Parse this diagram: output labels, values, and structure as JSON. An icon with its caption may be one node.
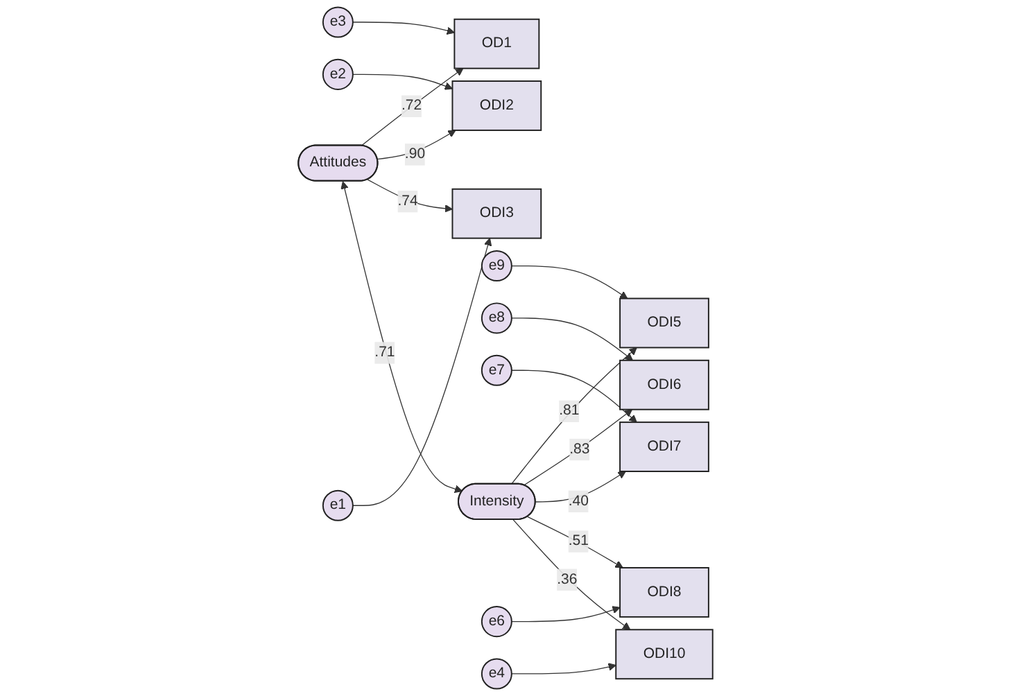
{
  "diagram": {
    "nodes": [
      {
        "text": [
          "e3"
        ]
      },
      {
        "text": [
          "OD1"
        ]
      },
      {
        "text": [
          "e2"
        ]
      },
      {
        "text": [
          "ODI2"
        ]
      },
      {
        "text": [
          "Attitudes"
        ]
      },
      {
        "text": [
          "e1"
        ]
      },
      {
        "text": [
          "ODI3"
        ]
      },
      {
        "text": [
          "e9"
        ]
      },
      {
        "text": [
          "ODI5"
        ]
      },
      {
        "text": [
          "e8"
        ]
      },
      {
        "text": [
          "ODI6"
        ]
      },
      {
        "text": [
          "e7"
        ]
      },
      {
        "text": [
          "ODI7"
        ]
      },
      {
        "text": [
          "Intensity"
        ]
      },
      {
        "text": [
          "e6"
        ]
      },
      {
        "text": [
          "ODI8"
        ]
      },
      {
        "text": [
          "e4"
        ]
      },
      {
        "text": [
          "ODI10"
        ]
      }
    ],
    "edges": [
      {
        "from": 0,
        "to": 1,
        "arrow": "to"
      },
      {
        "from": 2,
        "to": 3,
        "arrow": "to"
      },
      {
        "from": 5,
        "to": 6,
        "arrow": "to"
      },
      {
        "from": 4,
        "to": 1,
        "label": ".72",
        "arrow": "to"
      },
      {
        "from": 4,
        "to": 3,
        "label": ".90",
        "arrow": "to"
      },
      {
        "from": 4,
        "to": 6,
        "label": ".74",
        "arrow": "to"
      },
      {
        "from": 4,
        "to": 13,
        "label": ".71",
        "arrow": "both"
      },
      {
        "from": 7,
        "to": 8,
        "arrow": "to"
      },
      {
        "from": 9,
        "to": 10,
        "arrow": "to"
      },
      {
        "from": 11,
        "to": 12,
        "arrow": "to"
      },
      {
        "from": 14,
        "to": 15,
        "arrow": "to"
      },
      {
        "from": 16,
        "to": 17,
        "arrow": "to"
      },
      {
        "from": 13,
        "to": 8,
        "label": ".81",
        "arrow": "to"
      },
      {
        "from": 13,
        "to": 10,
        "label": ".83",
        "arrow": "to"
      },
      {
        "from": 13,
        "to": 12,
        "label": ".40",
        "arrow": "to"
      },
      {
        "from": 13,
        "to": 15,
        "label": ".51",
        "arrow": "to"
      },
      {
        "from": 13,
        "to": 17,
        "label": ".36",
        "arrow": "to"
      }
    ]
  }
}
